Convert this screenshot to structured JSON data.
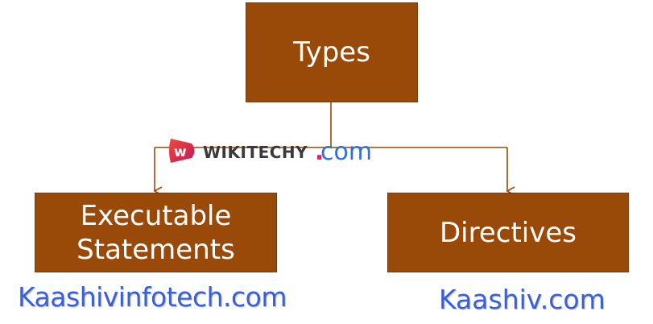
{
  "diagram": {
    "root": {
      "label": "Types"
    },
    "children": [
      {
        "label_lines": [
          "Executable",
          "Statements"
        ]
      },
      {
        "label": "Directives"
      }
    ]
  },
  "watermarks": {
    "wikitechy": {
      "name": "WIKITECHY",
      "dot": ".",
      "tld": "com"
    },
    "kaashivinfotech": "Kaashivinfotech.com",
    "kaashiv": "Kaashiv.com"
  },
  "colors": {
    "box_fill": "#9a4a08",
    "box_text": "#ffffff",
    "connector": "#9a4a08",
    "kaashiv_text": "#3b5fd9",
    "wikitechy_tld": "#2f6fd6"
  }
}
